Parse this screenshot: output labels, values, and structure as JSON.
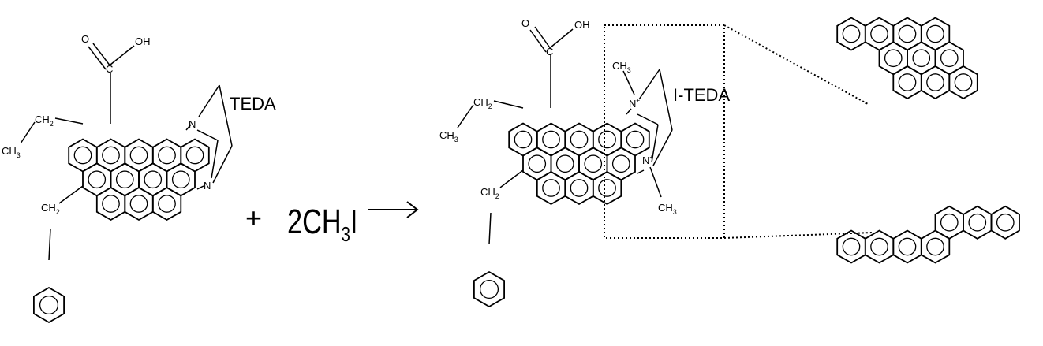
{
  "reactant": {
    "label": "TEDA",
    "acid_o": "O",
    "acid_oh": "OH",
    "acid_c": "C",
    "ch2_a": "CH",
    "ch2_a_sub": "2",
    "ch3": "CH",
    "ch3_sub": "3",
    "ch2_b": "CH",
    "ch2_b_sub": "2",
    "n1": "N",
    "n2": "N"
  },
  "equation": {
    "plus": "+",
    "reagent_a": "2CH",
    "reagent_sub": "3",
    "reagent_b": "I",
    "arrow": "⟶"
  },
  "product": {
    "label": "I-TEDA",
    "acid_o": "O",
    "acid_oh": "OH",
    "acid_c": "C",
    "ch2_a": "CH",
    "ch2_a_sub": "2",
    "ch3": "CH",
    "ch3_sub": "3",
    "ch2_b": "CH",
    "ch2_b_sub": "2",
    "n1": "N",
    "n1_charge": "+",
    "n2": "N",
    "n2_charge": "+",
    "me_top": "CH",
    "me_top_sub": "3",
    "me_bot": "CH",
    "me_bot_sub": "3"
  }
}
